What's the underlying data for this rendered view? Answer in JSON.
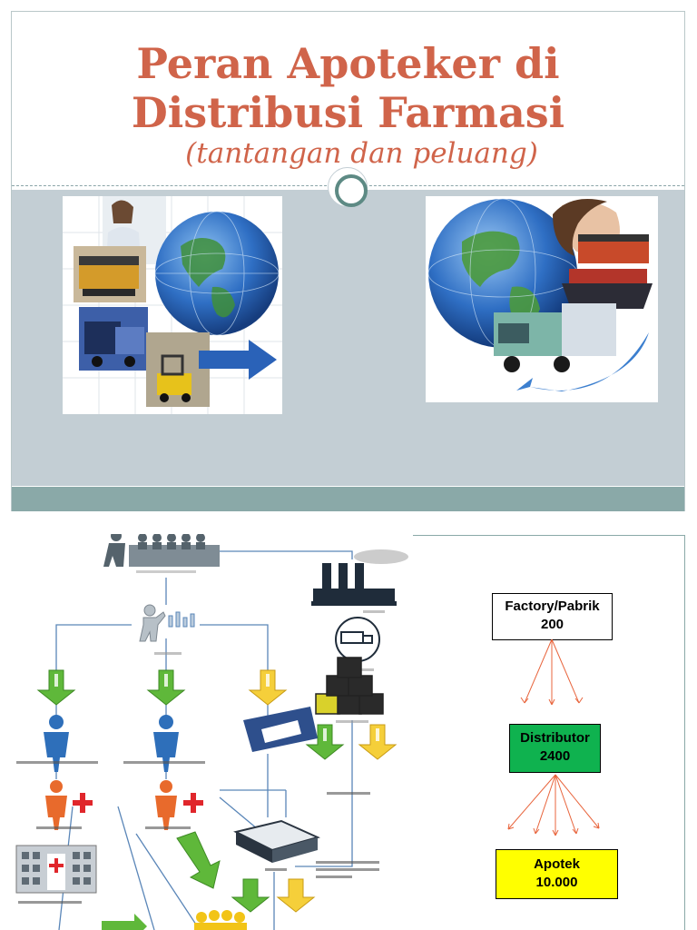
{
  "slide1": {
    "title_line1": "Peran Apoteker di",
    "title_line2": "Distribusi Farmasi",
    "subtitle": "(tantangan dan peluang)",
    "colors": {
      "title": "#d0644a",
      "body": "#c3ced4",
      "band": "#8aa9a8"
    }
  },
  "slide2": {
    "chain": [
      {
        "label": "Factory/Pabrik",
        "value": "200",
        "color": "#ffffff"
      },
      {
        "label": "Distributor",
        "value": "2400",
        "color": "#0fb24f"
      },
      {
        "label": "Apotek",
        "value": "10.000",
        "color": "#ffff00"
      }
    ],
    "arrow_color": "#e8643c"
  }
}
